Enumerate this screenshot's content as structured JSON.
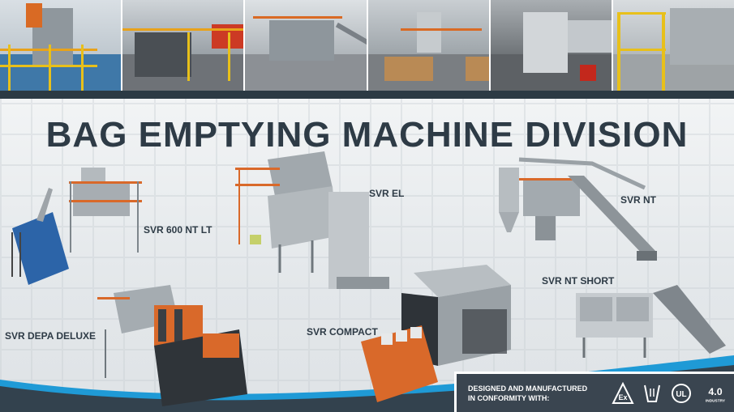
{
  "title": "BAG EMPTYING MACHINE DIVISION",
  "products": [
    {
      "name": "SVR 600 NT LT"
    },
    {
      "name": "SVR EL"
    },
    {
      "name": "SVR NT"
    },
    {
      "name": "SVR NT SHORT"
    },
    {
      "name": "SVR DEPA DELUXE"
    },
    {
      "name": "SVR COMPACT"
    }
  ],
  "conformity": {
    "line1": "DESIGNED AND MANUFACTURED",
    "line2": "IN CONFORMITY WITH:",
    "industry_label": "INDUSTRY",
    "industry_number": "4.0",
    "ul_label": "UL",
    "certifications": [
      "atex-ex-icon",
      "food-contact-icon",
      "ul-icon",
      "industry-4-icon"
    ]
  },
  "colors": {
    "title": "#2e3b46",
    "dark_band": "#2c3a44",
    "accent_blue": "#1f9ad6",
    "machine_orange": "#d9692a",
    "machine_steel": "#a7adb2",
    "railing_yellow": "#e8c01a"
  }
}
